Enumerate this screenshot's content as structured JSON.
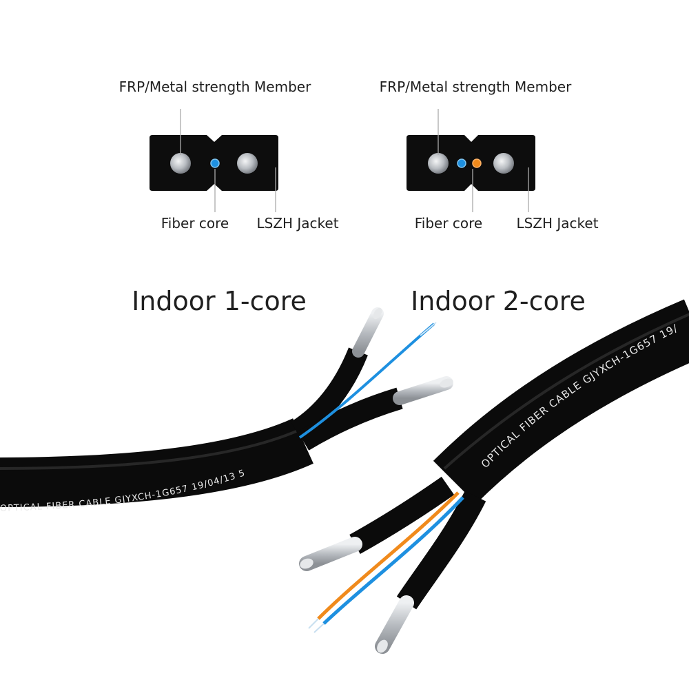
{
  "colors": {
    "jacket": "#0d0d0d",
    "steel": "#c9cdd2",
    "fiber_blue": "#1e90e0",
    "fiber_orange": "#f08a1c",
    "leader": "#aaaaaa"
  },
  "left_diagram": {
    "top_label": "FRP/Metal strength Member",
    "fiber_label": "Fiber core",
    "jacket_label": "LSZH Jacket",
    "title": "Indoor 1-core"
  },
  "right_diagram": {
    "top_label": "FRP/Metal strength Member",
    "fiber_label": "Fiber core",
    "jacket_label": "LSZH Jacket",
    "title": "Indoor 2-core"
  },
  "cable_print": {
    "left_cable": "OPTICAL FIBER CABLE GJYXCH-1G657 19/04/13 5",
    "right_cable": "OPTICAL FIBER CABLE GJYXCH-1G657 19/"
  }
}
